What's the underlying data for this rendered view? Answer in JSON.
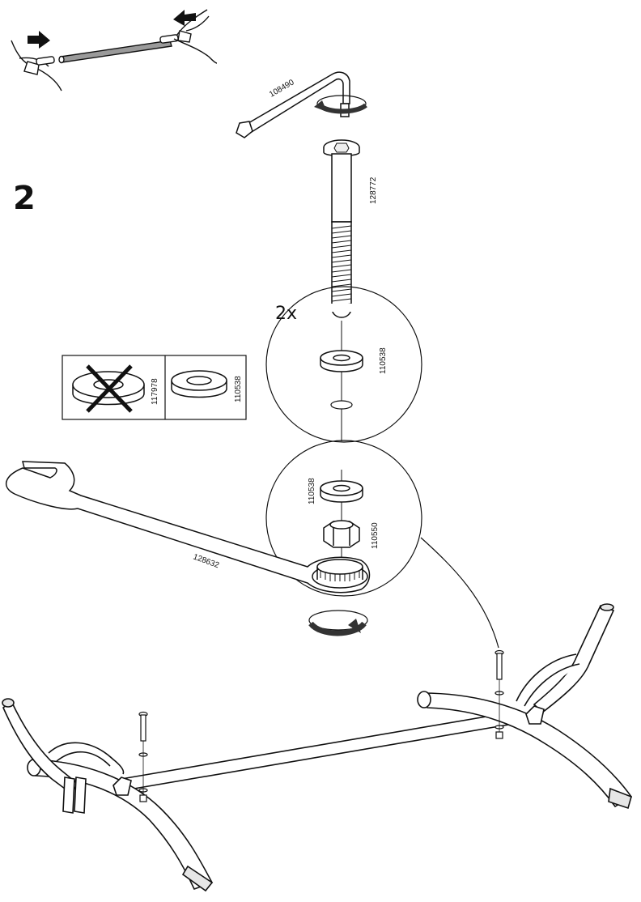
{
  "step": {
    "number": "2"
  },
  "quantity": {
    "label": "2x"
  },
  "parts": {
    "hex_key": "108490",
    "bolt": "128772",
    "washer_upper": "110538",
    "washer_lower": "110538",
    "nut": "110550",
    "wrench": "128632"
  },
  "washer_compare": {
    "wrong_part": "117978",
    "correct_part": "110538"
  },
  "icons": [
    "arrow-right-icon",
    "arrow-left-icon",
    "rotate-arrow-icon",
    "cross-icon"
  ],
  "colors": {
    "ink": "#111111",
    "fill_gray": "#e6e6e6",
    "rod_gray": "#9a9a9a",
    "arrow_fill": "#333333"
  }
}
